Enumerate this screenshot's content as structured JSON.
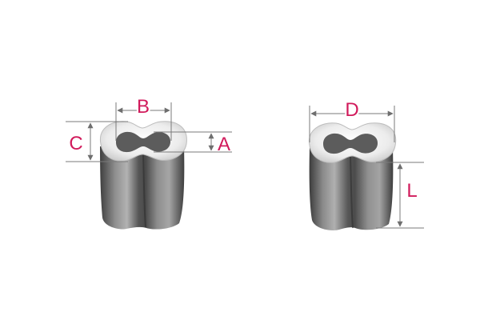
{
  "dimensions": {
    "a": "A",
    "b": "B",
    "c": "C",
    "d": "D",
    "l": "L"
  },
  "colors": {
    "label": "#d11a5b",
    "line": "#7a7a7a",
    "body_dark": "#4b4b4b",
    "body_mid": "#8e8e8e",
    "body_light": "#b5b5b5",
    "top_face": "#e9e9e9",
    "hole": "#5c5c5c"
  }
}
